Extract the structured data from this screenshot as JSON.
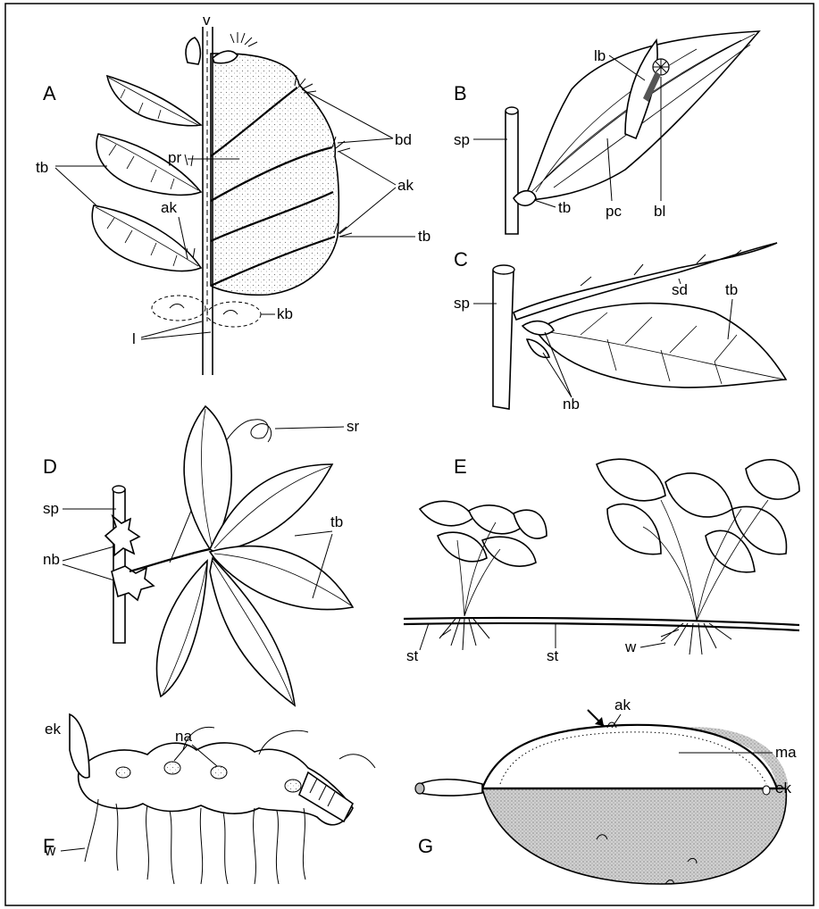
{
  "panels": {
    "A": {
      "letter": "A",
      "labels": {
        "v": "v",
        "bd": "bd",
        "pr": "pr",
        "tb1": "tb",
        "ak1": "ak",
        "ak2": "ak",
        "tb2": "tb",
        "kb": "kb",
        "l": "l"
      }
    },
    "B": {
      "letter": "B",
      "labels": {
        "lb": "lb",
        "sp": "sp",
        "tb": "tb",
        "pc": "pc",
        "bl": "bl"
      }
    },
    "C": {
      "letter": "C",
      "labels": {
        "sp": "sp",
        "sd": "sd",
        "tb": "tb",
        "nb": "nb"
      }
    },
    "D": {
      "letter": "D",
      "labels": {
        "sr": "sr",
        "sp": "sp",
        "tb": "tb",
        "nb": "nb"
      }
    },
    "E": {
      "letter": "E",
      "labels": {
        "st1": "st",
        "st2": "st",
        "w": "w"
      }
    },
    "F": {
      "letter": "F",
      "labels": {
        "ek": "ek",
        "na": "na",
        "w": "w"
      }
    },
    "G": {
      "letter": "G",
      "labels": {
        "ak": "ak",
        "ma": "ma",
        "ek": "ek"
      }
    }
  },
  "colors": {
    "ink": "#000000",
    "background": "#ffffff",
    "stipple": "#c8c8c8"
  }
}
